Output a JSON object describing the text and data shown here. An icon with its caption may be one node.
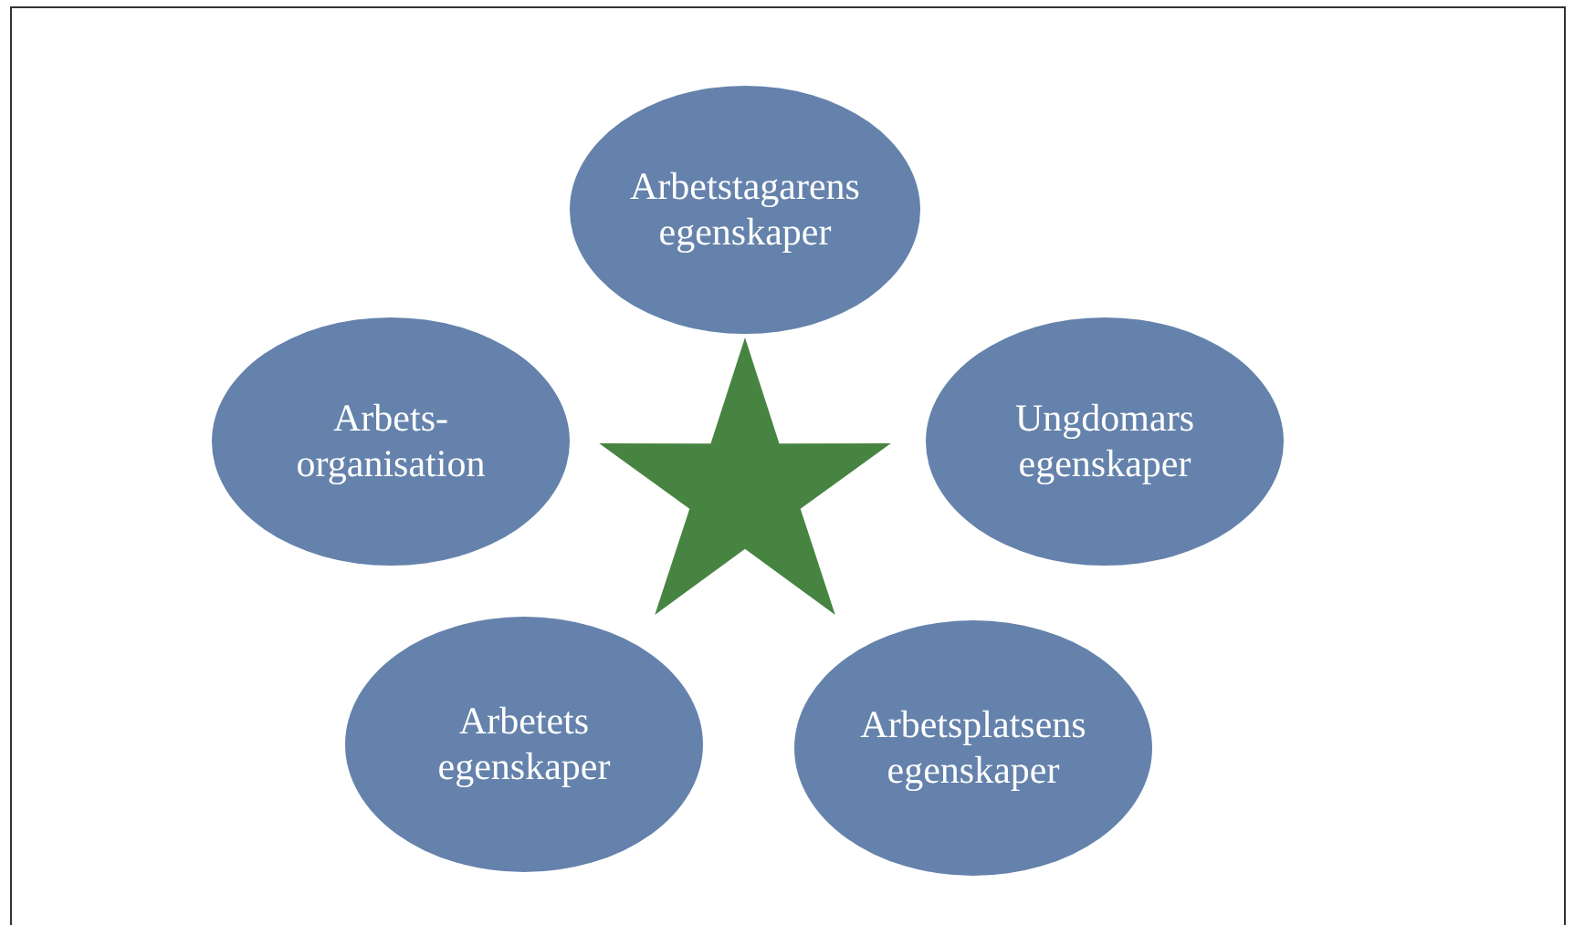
{
  "diagram": {
    "nodes": [
      {
        "text": [
          "Arbetstagarens egenskaper"
        ]
      },
      {
        "text": [
          "Arbets- organisation"
        ]
      },
      {
        "text": [
          "Ungdomars egenskaper"
        ]
      },
      {
        "text": [],
        "shape": "star"
      },
      {
        "text": [
          "Arbetets egenskaper"
        ]
      },
      {
        "text": [
          "Arbetsplatsens egenskaper"
        ]
      }
    ]
  }
}
